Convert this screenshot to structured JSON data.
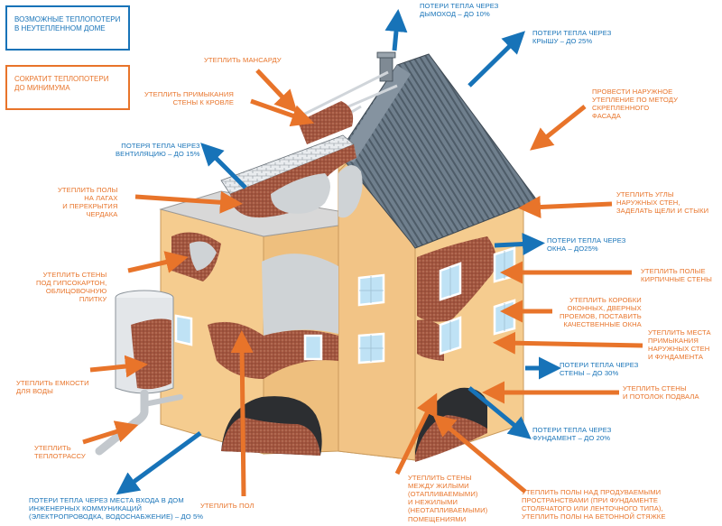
{
  "colors": {
    "loss_blue": "#1773b8",
    "insulate_orange": "#e8742a",
    "wall": "#f5cc8f",
    "insulation": "#a2553f",
    "roof": "#5e6e7c",
    "window": "#bfe2f5"
  },
  "legend": {
    "heat_loss": "Возможные теплопотери\nв неутепленном доме",
    "minimize": "Сократит теплопотери\nдо минимума"
  },
  "labels": {
    "chimney_loss": "Потери тепла через\nдымоход – до 10%",
    "roof_loss": "Потери тепла через\nкрышу – до 25%",
    "attic": "Утеплить мансарду",
    "roof_junction": "Утеплить примыкания\nстены к кровле",
    "facade": "Провести наружное\nутепление по методу\nскрепленного\nфасада",
    "vent_loss": "Потеря тепла через\nвентиляцию – до 15%",
    "floors_joists": "Утеплить полы\nна лагах\nи перекрытия\nчердака",
    "corners": "Утеплить углы\nнаружных стен,\nзаделать щели и стыки",
    "window_loss": "Потери тепла через\nокна – до25%",
    "drywall": "Утеплить стены\nпод гипсокартон,\nоблицовочную\nплитку",
    "brick_hollow": "Утеплить полые\nкирпичные стены",
    "window_boxes": "Утеплить коробки\nоконных, дверных\nпроемов, поставить\nкачественные окна",
    "wall_junction": "Утеплить места\nпримыкания\nнаружных стен\nи фундамента",
    "tank": "Утеплить емкости\nдля воды",
    "wall_loss": "Потери тепла через\nстены – до 30%",
    "basement": "Утеплить стены\nи потолок подвала",
    "pipe": "Утеплить\nтеплотрассу",
    "foundation_loss": "Потери тепла через\nфундамент – до 20%",
    "utility_loss": "Потери тепла через места входа в дом\nинженерных коммуникаций\n(электропроводка, водоснабжение) – до 5%",
    "floor": "Утеплить пол",
    "inner_walls": "Утеплить стены\nмежду жилыми\n(отапливаемыми)\nи нежилыми\n(неотапливаемыми)\nпомещениями",
    "floor_ventilated": "Утеплить полы над продуваемыми\nпространствами (при фундаменте\nстолбчатого или ленточного типа),\nутеплить полы на бетонной стяжке"
  }
}
